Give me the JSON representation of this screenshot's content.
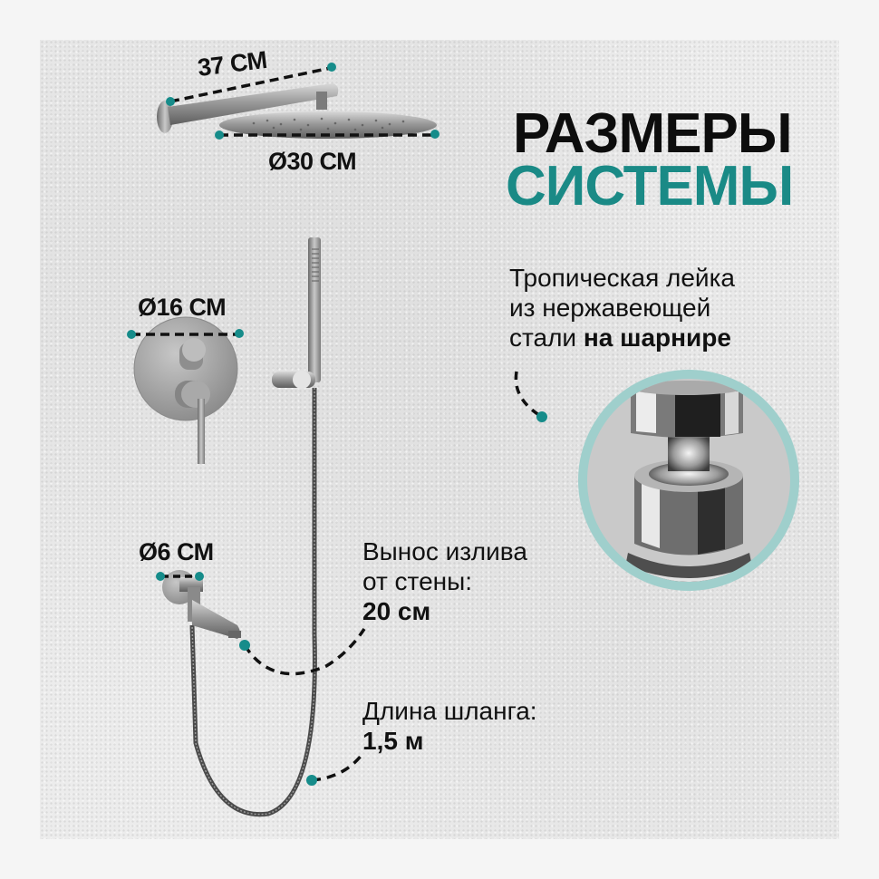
{
  "headline": {
    "line1": "РАЗМЕРЫ",
    "line2": "СИСТЕМЫ"
  },
  "dimensions": {
    "arm_length": "37 СМ",
    "head_diameter": "Ø30 СМ",
    "mixer_diameter": "Ø16 СМ",
    "spout_flange_diameter": "Ø6 СМ"
  },
  "features": {
    "rain_shower": {
      "line1": "Тропическая лейка",
      "line2": "из нержавеющей",
      "line3_regular": "стали ",
      "line3_bold": "на шарнире"
    },
    "spout_reach": {
      "line1": "Вынос излива",
      "line2": "от стены:",
      "value": "20 см"
    },
    "hose_length": {
      "line1": "Длина шланга:",
      "value": "1,5 м"
    }
  },
  "colors": {
    "accent_teal": "#1a8a86",
    "marker_teal": "#168c8a",
    "text_dark": "#0d0d0d",
    "background": "#ececec",
    "outer_margin": "#f5f5f5",
    "detail_ring": "#9fcfcc"
  },
  "images": {
    "shower_arm_and_head": "brushed-nickel-rain-shower-head",
    "mixer": "wall-mixer-two-handles",
    "hand_shower": "stick-hand-shower-with-holder",
    "spout": "bath-spout",
    "hose": "metal-braided-hose",
    "swivel_joint_detail": "ball-joint-closeup"
  }
}
